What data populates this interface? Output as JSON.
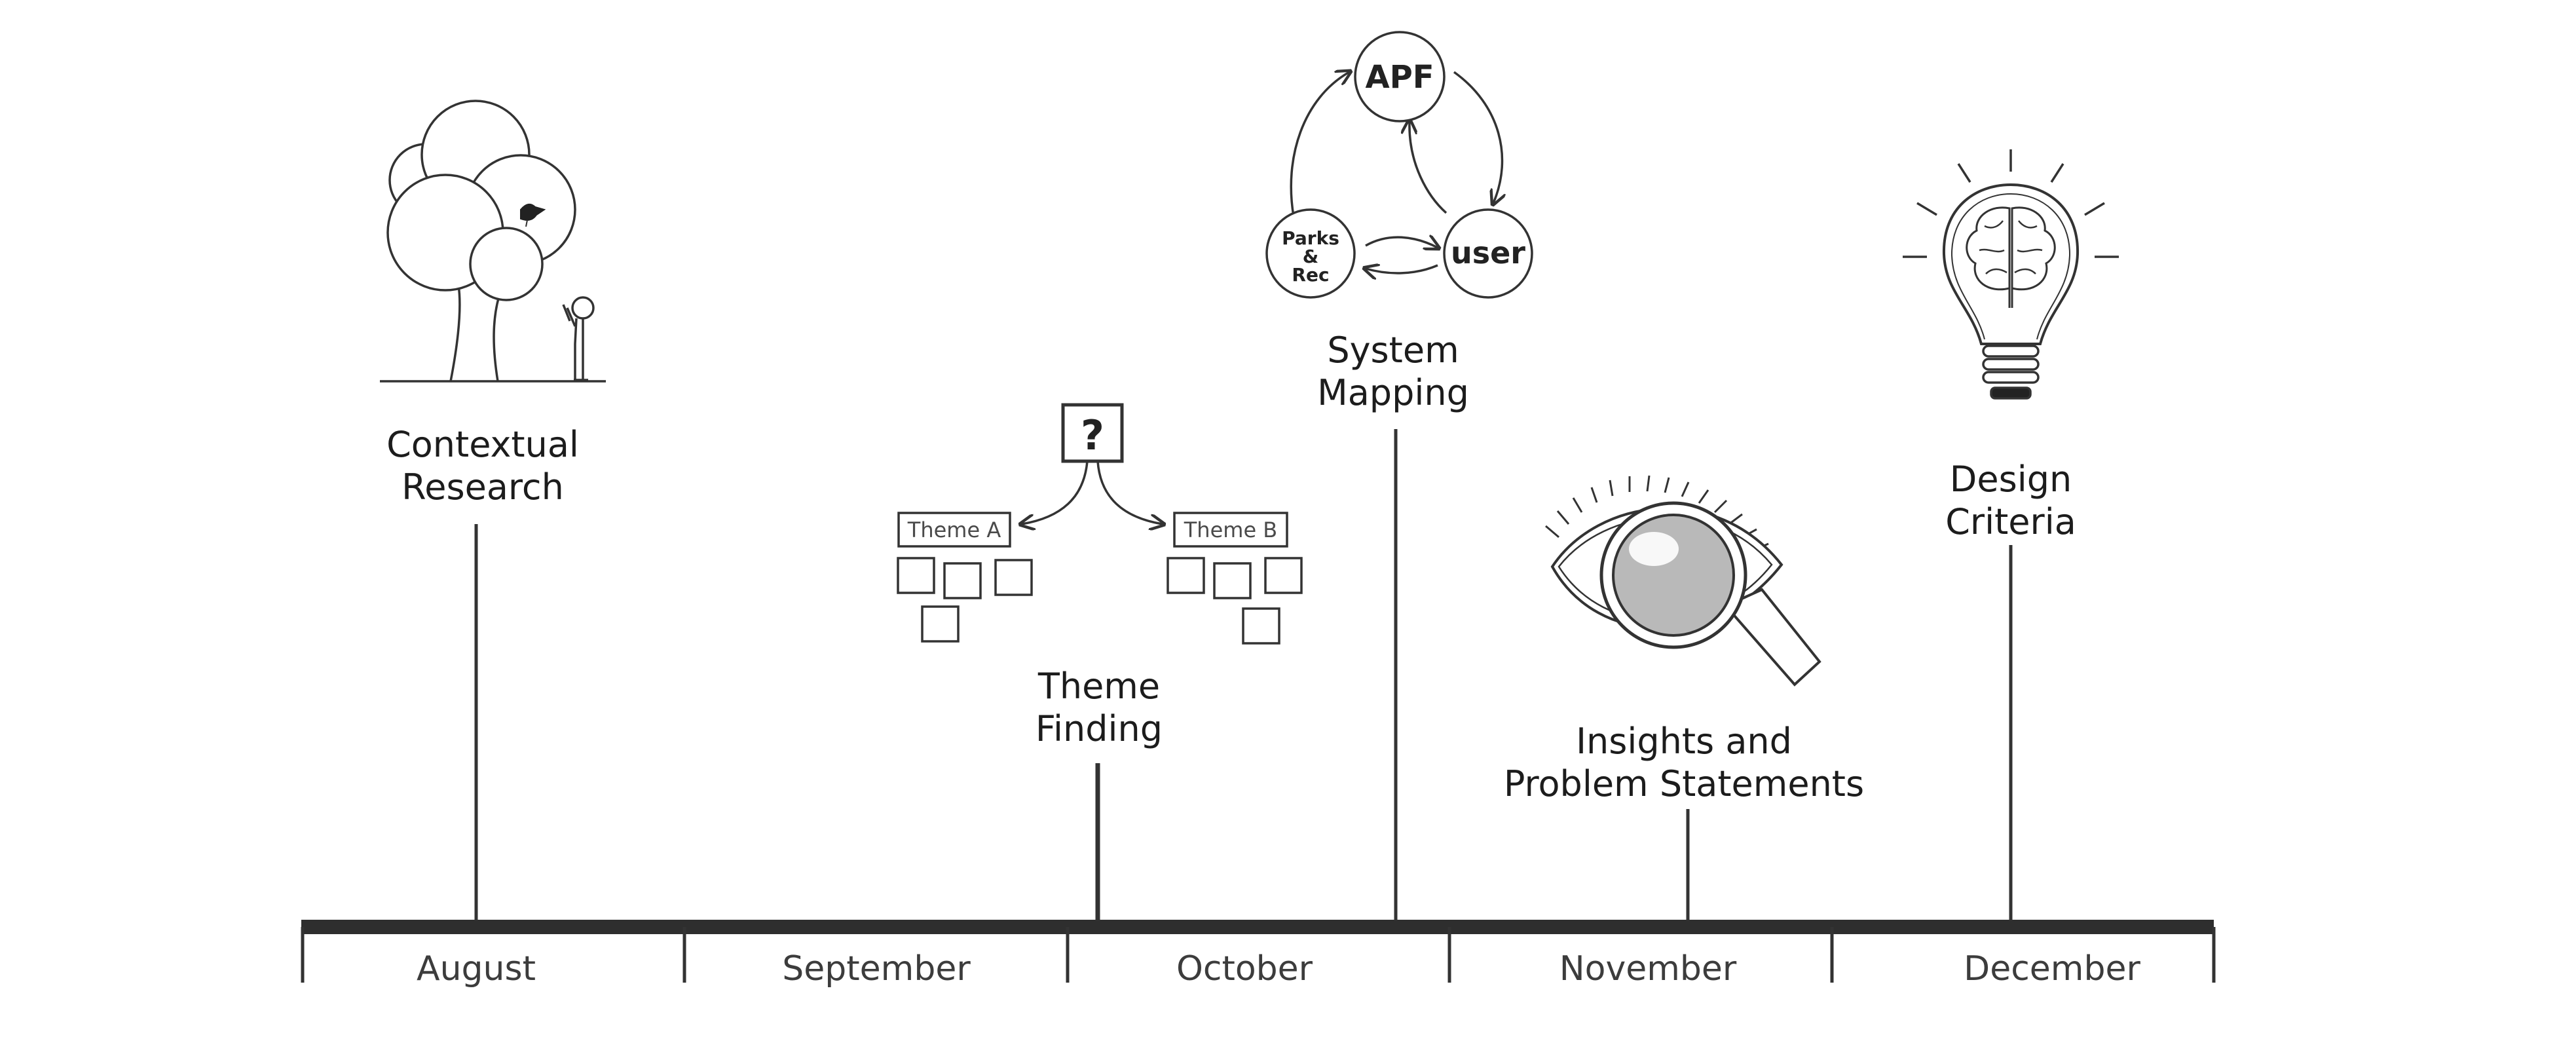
{
  "milestones": {
    "contextual_research": {
      "line1": "Contextual",
      "line2": "Research"
    },
    "theme_finding": {
      "line1": "Theme",
      "line2": "Finding",
      "question_mark": "?",
      "theme_a": "Theme A",
      "theme_b": "Theme B"
    },
    "system_mapping": {
      "line1": "System",
      "line2": "Mapping",
      "node_apf": "APF",
      "node_user": "user",
      "node_parks_1": "Parks",
      "node_parks_2": "&",
      "node_parks_3": "Rec"
    },
    "insights": {
      "line1": "Insights and",
      "line2": "Problem Statements"
    },
    "design_criteria": {
      "line1": "Design",
      "line2": "Criteria"
    }
  },
  "months": [
    "August",
    "September",
    "October",
    "November",
    "December"
  ],
  "icons": {
    "contextual_research": "tree-and-person-icon",
    "theme_finding": "theme-sorting-icon",
    "system_mapping": "system-cycle-icon",
    "insights": "eye-magnifier-icon",
    "design_criteria": "lightbulb-brain-icon"
  }
}
